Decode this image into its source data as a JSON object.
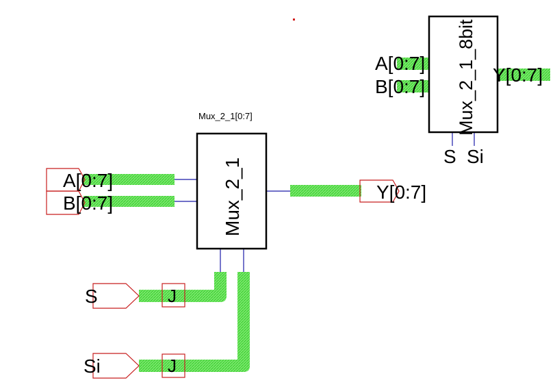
{
  "colors": {
    "bus": "#66e65a",
    "net": "#1a1aa8",
    "port": "#c81e1e",
    "box": "#000000",
    "marker": "#d22020"
  },
  "symbol": {
    "name": "Mux_2_1_8bit",
    "pins": {
      "a": "A[0:7]",
      "b": "B[0:7]",
      "y": "Y[0:7]",
      "s": "S",
      "si": "Si"
    }
  },
  "instance": {
    "label": "Mux_2_1[0:7]",
    "cell": "Mux_2_1"
  },
  "ports": {
    "a": "A[0:7]",
    "b": "B[0:7]",
    "y": "Y[0:7]",
    "s": "S",
    "si": "Si"
  },
  "jumpers": {
    "s": "J",
    "si": "J"
  }
}
